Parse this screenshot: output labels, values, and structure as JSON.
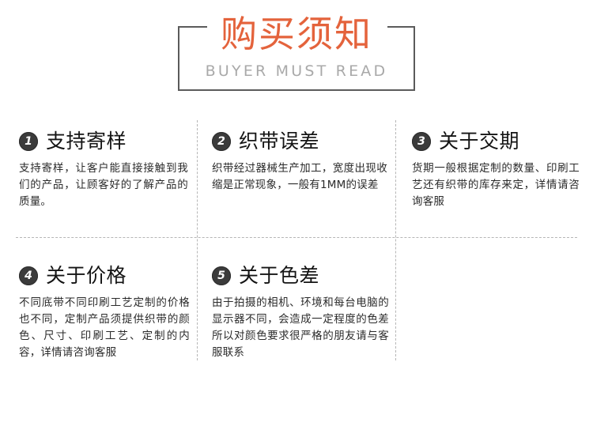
{
  "header": {
    "title": "购买须知",
    "subtitle": "BUYER MUST READ",
    "title_color": "#e4633c",
    "subtitle_color": "#a9a9a9",
    "frame_color": "#5b5b5b"
  },
  "divider_color": "#b6b6b6",
  "badge_color": "#3b3b3b",
  "items": [
    {
      "number": "1",
      "title": "支持寄样",
      "body": "支持寄样，让客户能直接接触到我们的产品，让顾客好的了解产品的质量。"
    },
    {
      "number": "2",
      "title": "织带误差",
      "body": "织带经过器械生产加工，宽度出现收缩是正常现象，一般有1MM的误差"
    },
    {
      "number": "3",
      "title": "关于交期",
      "body": "货期一般根据定制的数量、印刷工艺还有织带的库存来定，详情请咨询客服"
    },
    {
      "number": "4",
      "title": "关于价格",
      "body": "不同底带不同印刷工艺定制的价格也不同，定制产品须提供织带的颜色、尺寸、印刷工艺、定制的内容，详情请咨询客服"
    },
    {
      "number": "5",
      "title": "关于色差",
      "body": "由于拍摄的相机、环境和每台电脑的显示器不同，会造成一定程度的色差所以对颜色要求很严格的朋友请与客服联系"
    }
  ]
}
